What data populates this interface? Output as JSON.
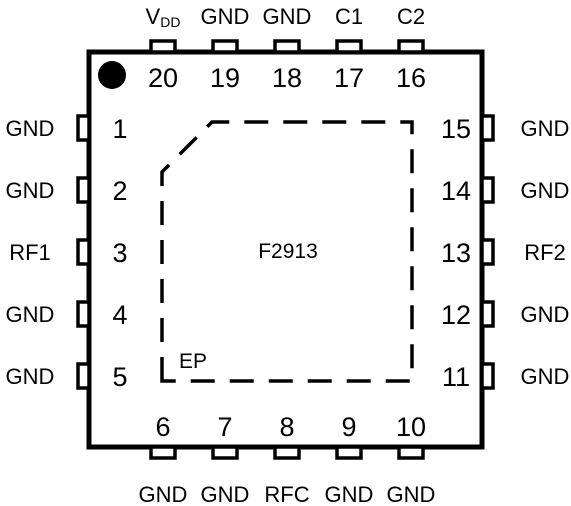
{
  "package": {
    "part_number": "F2913",
    "exposed_pad_label": "EP",
    "pin1_marker": "filled-dot-marker"
  },
  "pins": {
    "top": [
      {
        "number": "20",
        "name": "V",
        "sub": "DD"
      },
      {
        "number": "19",
        "name": "GND"
      },
      {
        "number": "18",
        "name": "GND"
      },
      {
        "number": "17",
        "name": "C1"
      },
      {
        "number": "16",
        "name": "C2"
      }
    ],
    "left": [
      {
        "number": "1",
        "name": "GND"
      },
      {
        "number": "2",
        "name": "GND"
      },
      {
        "number": "3",
        "name": "RF1"
      },
      {
        "number": "4",
        "name": "GND"
      },
      {
        "number": "5",
        "name": "GND"
      }
    ],
    "right": [
      {
        "number": "15",
        "name": "GND"
      },
      {
        "number": "14",
        "name": "GND"
      },
      {
        "number": "13",
        "name": "RF2"
      },
      {
        "number": "12",
        "name": "GND"
      },
      {
        "number": "11",
        "name": "GND"
      }
    ],
    "bottom": [
      {
        "number": "6",
        "name": "GND"
      },
      {
        "number": "7",
        "name": "GND"
      },
      {
        "number": "8",
        "name": "RFC"
      },
      {
        "number": "9",
        "name": "GND"
      },
      {
        "number": "10",
        "name": "GND"
      }
    ]
  }
}
